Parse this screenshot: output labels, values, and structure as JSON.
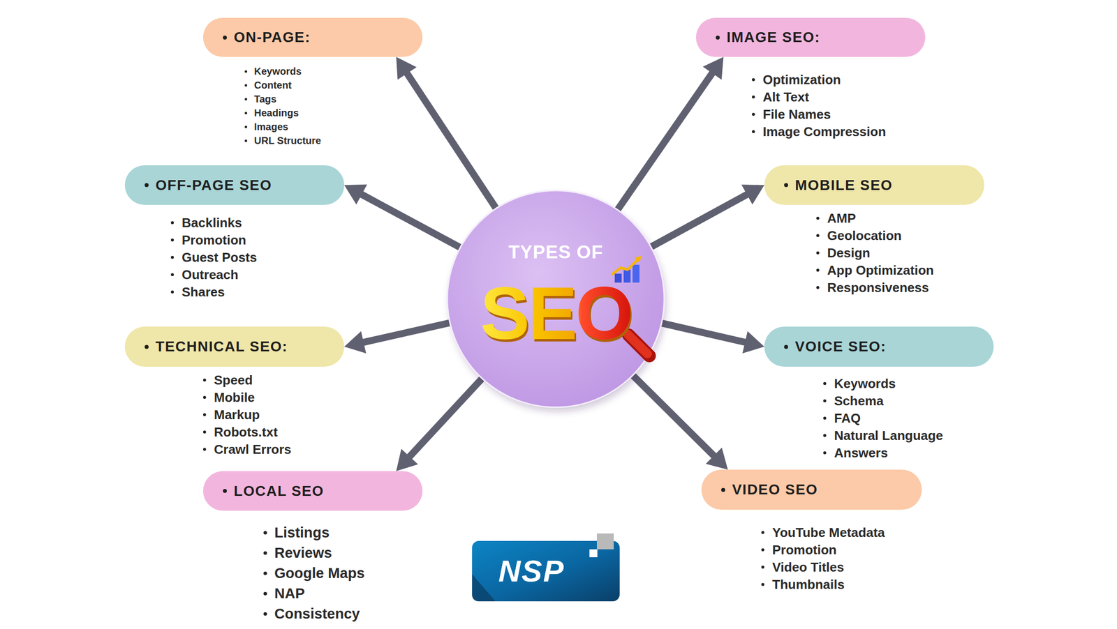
{
  "diagram": {
    "nodes": [
      {
        "text": [
          "TYPES OF",
          "SEO"
        ]
      },
      {
        "text": [
          "ON-PAGE:"
        ]
      },
      {
        "text": [
          "IMAGE SEO:"
        ]
      },
      {
        "text": [
          "OFF-PAGE SEO"
        ]
      },
      {
        "text": [
          "MOBILE SEO"
        ]
      },
      {
        "text": [
          "TECHNICAL SEO:"
        ]
      },
      {
        "text": [
          "VOICE SEO:"
        ]
      },
      {
        "text": [
          "LOCAL SEO"
        ]
      },
      {
        "text": [
          "VIDEO SEO"
        ]
      }
    ],
    "edges": [
      {
        "from": 0,
        "to": 1,
        "arrow": "to"
      },
      {
        "from": 0,
        "to": 2,
        "arrow": "to"
      },
      {
        "from": 0,
        "to": 3,
        "arrow": "to"
      },
      {
        "from": 0,
        "to": 4,
        "arrow": "to"
      },
      {
        "from": 0,
        "to": 5,
        "arrow": "to"
      },
      {
        "from": 0,
        "to": 6,
        "arrow": "to"
      },
      {
        "from": 0,
        "to": 7,
        "arrow": "to"
      },
      {
        "from": 0,
        "to": 8,
        "arrow": "to"
      }
    ],
    "labels": [
      "Keywords",
      "Content",
      "Tags",
      "Headings",
      "Images",
      "URL Structure",
      "Optimization",
      "Alt Text",
      "File Names",
      "Image Compression",
      "Backlinks",
      "Promotion",
      "Guest Posts",
      "Outreach",
      "Shares",
      "AMP",
      "Geolocation",
      "Design",
      "App Optimization",
      "Responsiveness",
      "Speed",
      "Mobile",
      "Markup",
      "Robots.txt",
      "Crawl Errors",
      "Keywords",
      "Schema",
      "FAQ",
      "Natural Language",
      "Answers",
      "Listings",
      "Reviews",
      "Google Maps",
      "NAP",
      "Consistency",
      "YouTube Metadata",
      "Promotion",
      "Video Titles",
      "Thumbnails",
      "NSP"
    ]
  }
}
